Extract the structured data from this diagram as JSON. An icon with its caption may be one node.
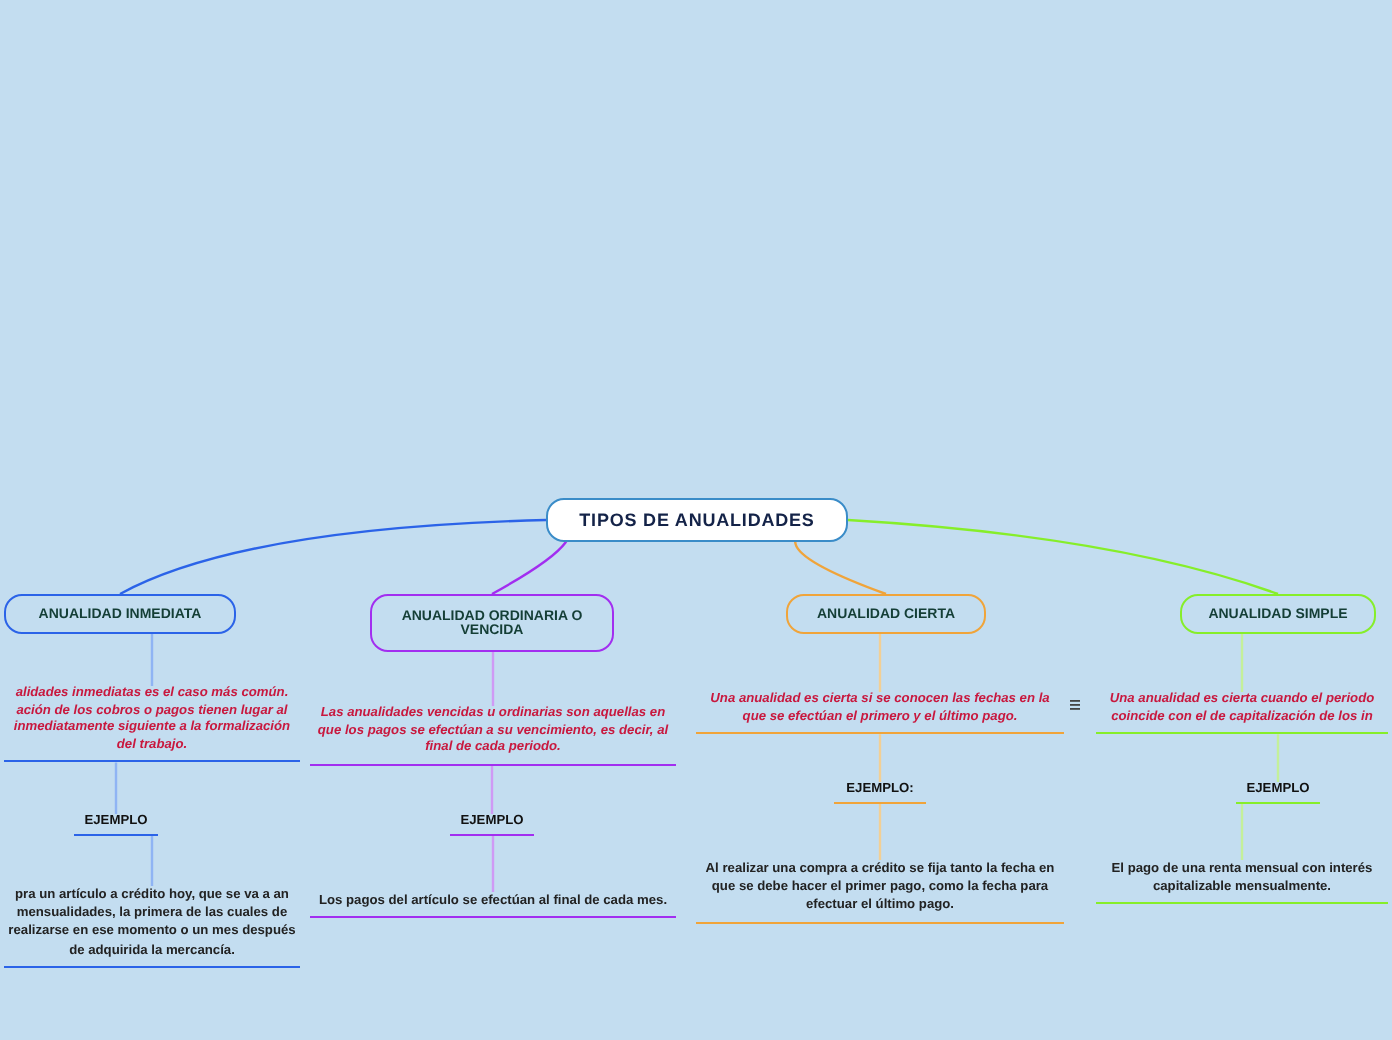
{
  "diagram": {
    "nodes": [
      {
        "text": [
          "TIPOS DE ANUALIDADES"
        ]
      },
      {
        "text": [
          "ANUALIDAD INMEDIATA"
        ]
      },
      {
        "text": [
          "alidades inmediatas es el caso más común. ación de los cobros o pagos tienen lugar al inmediatamente siguiente a la formalización del trabajo."
        ]
      },
      {
        "text": [
          "EJEMPLO"
        ]
      },
      {
        "text": [
          "pra un artículo a crédito hoy, que se va a an mensualidades, la primera de las cuales de realizarse en ese momento o un mes después de adquirida la mercancía."
        ]
      },
      {
        "text": [
          "ANUALIDAD ORDINARIA O VENCIDA"
        ]
      },
      {
        "text": [
          "Las anualidades vencidas u ordinarias son aquellas en que los pagos se efectúan a su vencimiento, es decir, al final de cada periodo."
        ]
      },
      {
        "text": [
          "EJEMPLO"
        ]
      },
      {
        "text": [
          "Los pagos del artículo se efectúan al final de cada mes."
        ]
      },
      {
        "text": [
          "ANUALIDAD CIERTA"
        ]
      },
      {
        "text": [
          "Una anualidad es cierta si se conocen las fechas en la que se efectúan el primero y el último pago."
        ]
      },
      {
        "text": [
          "EJEMPLO:"
        ]
      },
      {
        "text": [
          "Al realizar una compra a crédito se fija tanto la fecha en que se debe hacer el primer pago, como la fecha para efectuar el último pago."
        ]
      },
      {
        "text": [
          "ANUALIDAD SIMPLE"
        ]
      },
      {
        "text": [
          "Una anualidad es cierta cuando el periodo coincide con el de capitalización de los in"
        ]
      },
      {
        "text": [
          "EJEMPLO"
        ]
      },
      {
        "text": [
          "El pago de una renta mensual con interés capitalizable mensualmente."
        ]
      }
    ],
    "edges": [
      {
        "from": 0,
        "to": 1,
        "arrow": "none",
        "color": "#2b63e8"
      },
      {
        "from": 0,
        "to": 5,
        "arrow": "none",
        "color": "#a22ef0"
      },
      {
        "from": 0,
        "to": 9,
        "arrow": "none",
        "color": "#f0a43a"
      },
      {
        "from": 0,
        "to": 13,
        "arrow": "none",
        "color": "#86ee2a"
      },
      {
        "from": 1,
        "to": 2,
        "arrow": "none",
        "color": "#8fb4f4"
      },
      {
        "from": 2,
        "to": 3,
        "arrow": "none",
        "color": "#8fb4f4"
      },
      {
        "from": 3,
        "to": 4,
        "arrow": "none",
        "color": "#8fb4f4"
      },
      {
        "from": 5,
        "to": 6,
        "arrow": "none",
        "color": "#cf9af5"
      },
      {
        "from": 6,
        "to": 7,
        "arrow": "none",
        "color": "#cf9af5"
      },
      {
        "from": 7,
        "to": 8,
        "arrow": "none",
        "color": "#cf9af5"
      },
      {
        "from": 9,
        "to": 10,
        "arrow": "none",
        "color": "#f2cf94"
      },
      {
        "from": 10,
        "to": 11,
        "arrow": "none",
        "color": "#f2cf94"
      },
      {
        "from": 11,
        "to": 12,
        "arrow": "none",
        "color": "#f2cf94"
      },
      {
        "from": 13,
        "to": 14,
        "arrow": "none",
        "color": "#c4f09a"
      },
      {
        "from": 14,
        "to": 15,
        "arrow": "none",
        "color": "#c4f09a"
      },
      {
        "from": 15,
        "to": 16,
        "arrow": "none",
        "color": "#c4f09a"
      }
    ]
  }
}
